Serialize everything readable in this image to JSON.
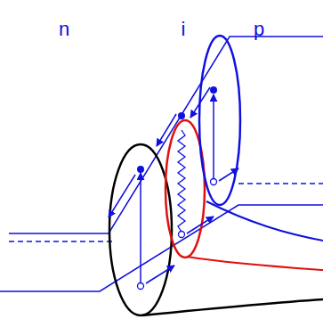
{
  "diagram": {
    "labels": [
      "n",
      "i",
      "p"
    ]
  }
}
